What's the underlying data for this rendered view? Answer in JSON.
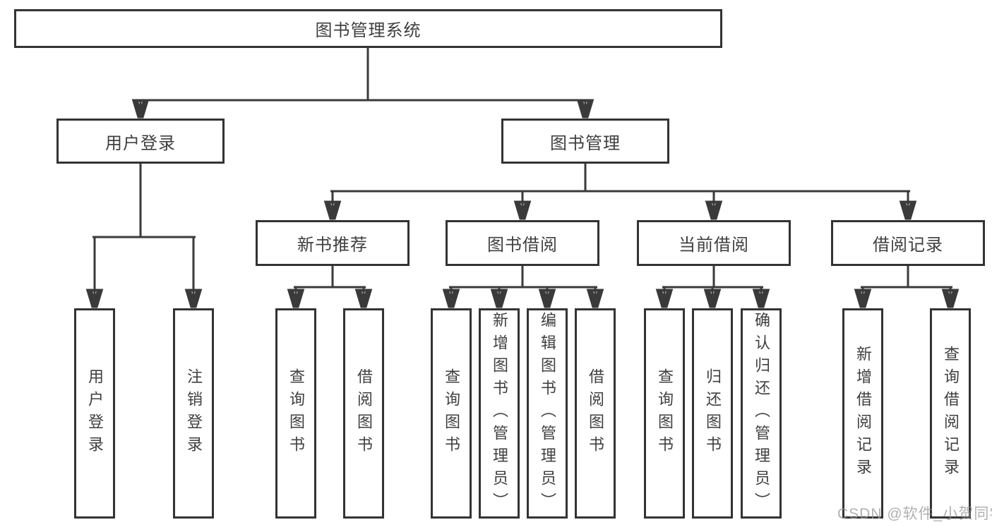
{
  "colors": {
    "line": "#3a3a3a",
    "border": "#333333",
    "text": "#3f3f3f",
    "watermark": "#969696",
    "background": "#ffffff"
  },
  "watermark": {
    "text": "CSDN @软件_小贺同学"
  },
  "tree": {
    "root": {
      "label": "图书管理系统"
    },
    "branches": [
      {
        "label": "用户登录",
        "children": [
          {
            "label": "用户登录"
          },
          {
            "label": "注销登录"
          }
        ]
      },
      {
        "label": "图书管理",
        "children": [
          {
            "label": "新书推荐",
            "children": [
              {
                "label": "查询图书"
              },
              {
                "label": "借阅图书"
              }
            ]
          },
          {
            "label": "图书借阅",
            "children": [
              {
                "label": "查询图书"
              },
              {
                "label": "新增图书（管理员）"
              },
              {
                "label": "编辑图书（管理员）"
              },
              {
                "label": "借阅图书"
              }
            ]
          },
          {
            "label": "当前借阅",
            "children": [
              {
                "label": "查询图书"
              },
              {
                "label": "归还图书"
              },
              {
                "label": "确认归还（管理员）"
              }
            ]
          },
          {
            "label": "借阅记录",
            "children": [
              {
                "label": "新增借阅记录"
              },
              {
                "label": "查询借阅记录"
              }
            ]
          }
        ]
      }
    ]
  }
}
